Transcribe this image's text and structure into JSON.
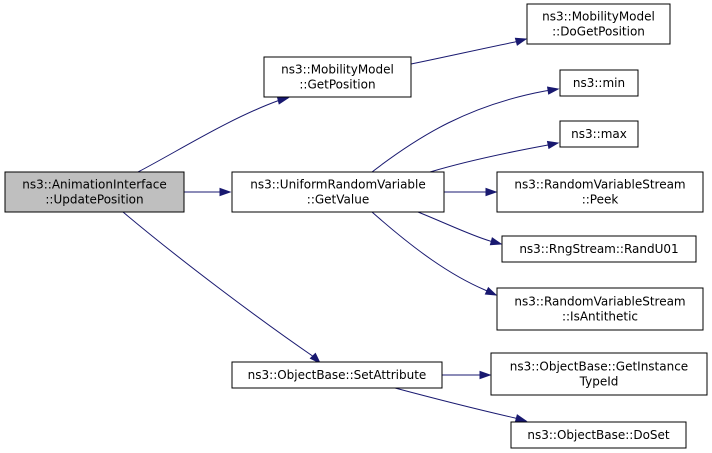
{
  "graph": {
    "colors": {
      "edge": "#191970",
      "root_fill": "#bfbfbf",
      "node_fill": "#ffffff",
      "node_border": "#000000"
    },
    "nodes": [
      {
        "id": "update",
        "lines": [
          "ns3::AnimationInterface",
          "::UpdatePosition"
        ]
      },
      {
        "id": "getpos",
        "lines": [
          "ns3::MobilityModel",
          "::GetPosition"
        ]
      },
      {
        "id": "dogetpos",
        "lines": [
          "ns3::MobilityModel",
          "::DoGetPosition"
        ]
      },
      {
        "id": "getvalue",
        "lines": [
          "ns3::UniformRandomVariable",
          "::GetValue"
        ]
      },
      {
        "id": "min",
        "lines": [
          "ns3::min"
        ]
      },
      {
        "id": "max",
        "lines": [
          "ns3::max"
        ]
      },
      {
        "id": "peek",
        "lines": [
          "ns3::RandomVariableStream",
          "::Peek"
        ]
      },
      {
        "id": "randu01",
        "lines": [
          "ns3::RngStream::RandU01"
        ]
      },
      {
        "id": "isanti",
        "lines": [
          "ns3::RandomVariableStream",
          "::IsAntithetic"
        ]
      },
      {
        "id": "setattr",
        "lines": [
          "ns3::ObjectBase::SetAttribute"
        ]
      },
      {
        "id": "getinst",
        "lines": [
          "ns3::ObjectBase::GetInstance",
          "TypeId"
        ]
      },
      {
        "id": "doset",
        "lines": [
          "ns3::ObjectBase::DoSet"
        ]
      }
    ],
    "edges": [
      {
        "from": "update",
        "to": "getpos"
      },
      {
        "from": "update",
        "to": "getvalue"
      },
      {
        "from": "update",
        "to": "setattr"
      },
      {
        "from": "getpos",
        "to": "dogetpos"
      },
      {
        "from": "getvalue",
        "to": "min"
      },
      {
        "from": "getvalue",
        "to": "max"
      },
      {
        "from": "getvalue",
        "to": "peek"
      },
      {
        "from": "getvalue",
        "to": "randu01"
      },
      {
        "from": "getvalue",
        "to": "isanti"
      },
      {
        "from": "setattr",
        "to": "getinst"
      },
      {
        "from": "setattr",
        "to": "doset"
      }
    ]
  }
}
